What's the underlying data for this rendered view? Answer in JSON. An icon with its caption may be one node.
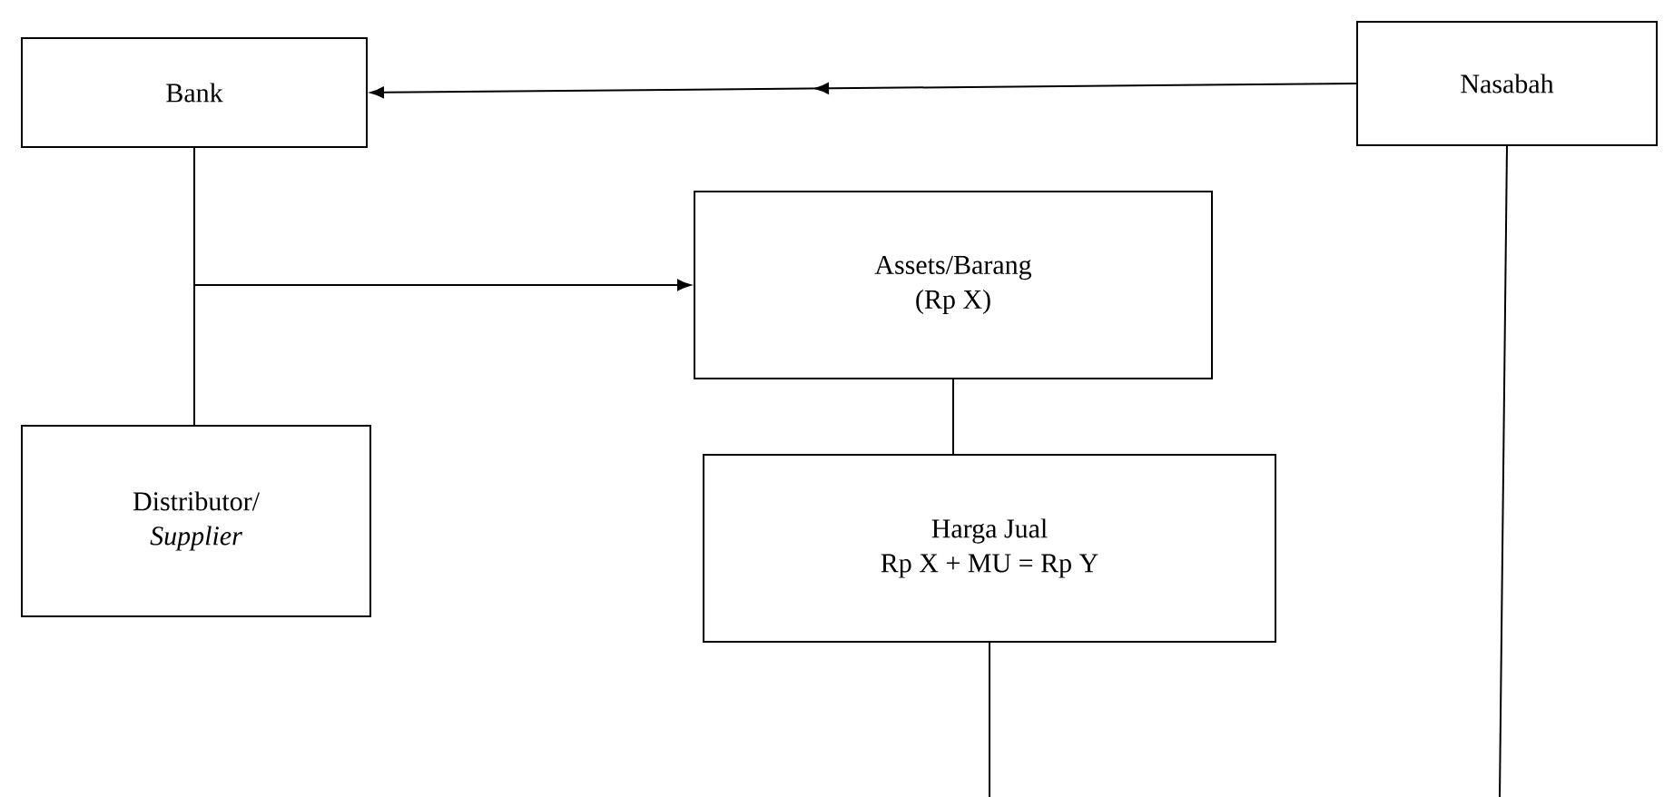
{
  "diagram": {
    "nodes": [
      {
        "text": [
          "Bank"
        ]
      },
      {
        "text": [
          "Nasabah"
        ]
      },
      {
        "text": [
          "Assets/Barang",
          "(Rp X)"
        ]
      },
      {
        "text": [
          "Distributor/",
          "*Supplier*"
        ]
      },
      {
        "text": [
          "Harga Jual",
          "Rp X + MU = Rp Y"
        ]
      }
    ],
    "edges": [
      {
        "from": 1,
        "to": 0,
        "arrow": "to"
      },
      {
        "from": 0,
        "to": 2,
        "arrow": "to"
      },
      {
        "from": 0,
        "to": 3,
        "arrow": "none"
      },
      {
        "from": 2,
        "to": 4,
        "arrow": "none"
      },
      {
        "from": 4,
        "to": null,
        "arrow": "none"
      },
      {
        "from": 1,
        "to": null,
        "arrow": "none"
      }
    ]
  }
}
